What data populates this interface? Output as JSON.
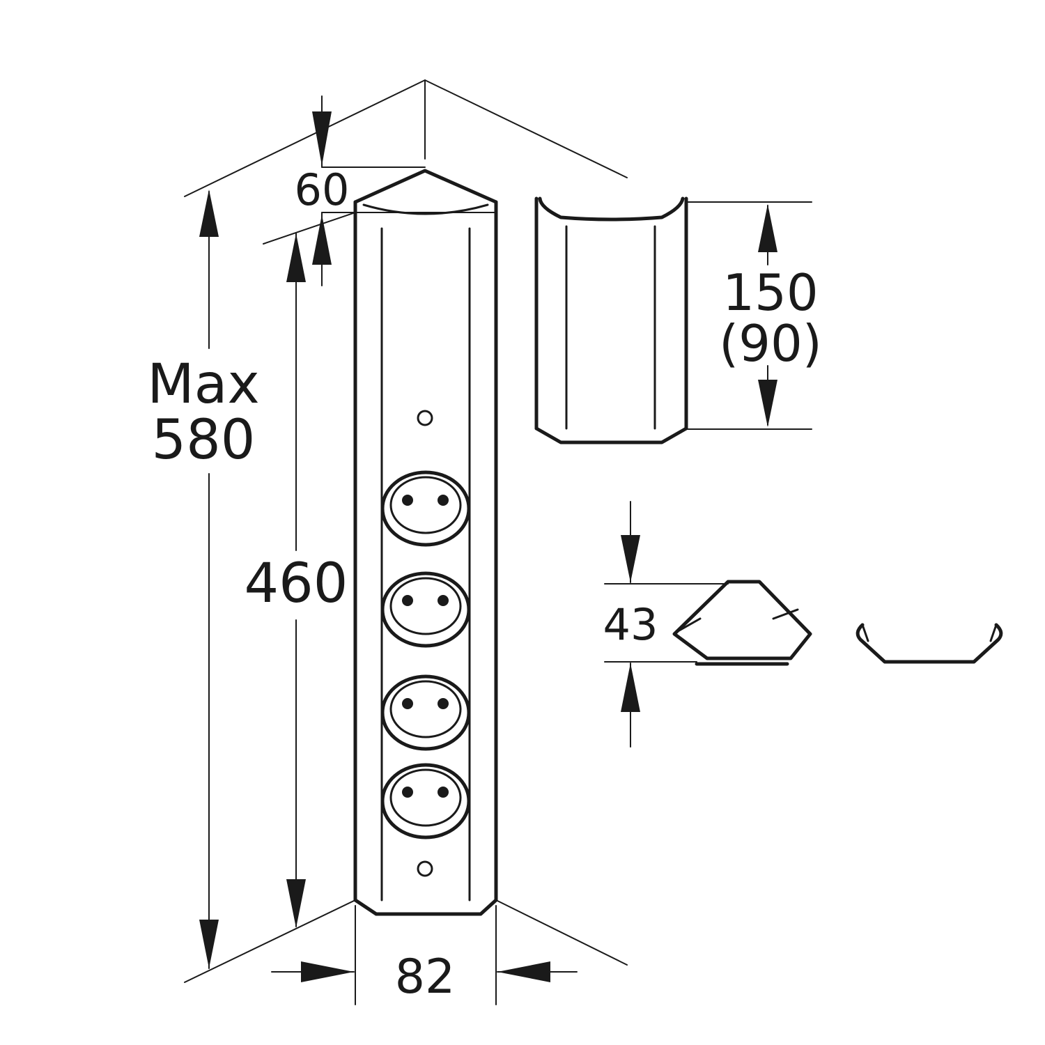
{
  "labels": {
    "top_depth": "60",
    "max_line1": "Max",
    "max_line2": "580",
    "body_height": "460",
    "width": "82",
    "cover_height_line1": "150",
    "cover_height_line2": "(90)",
    "profile_height": "43"
  },
  "sockets": {
    "count": 4
  },
  "colors": {
    "line": "#1a1a1a",
    "background": "#ffffff"
  }
}
